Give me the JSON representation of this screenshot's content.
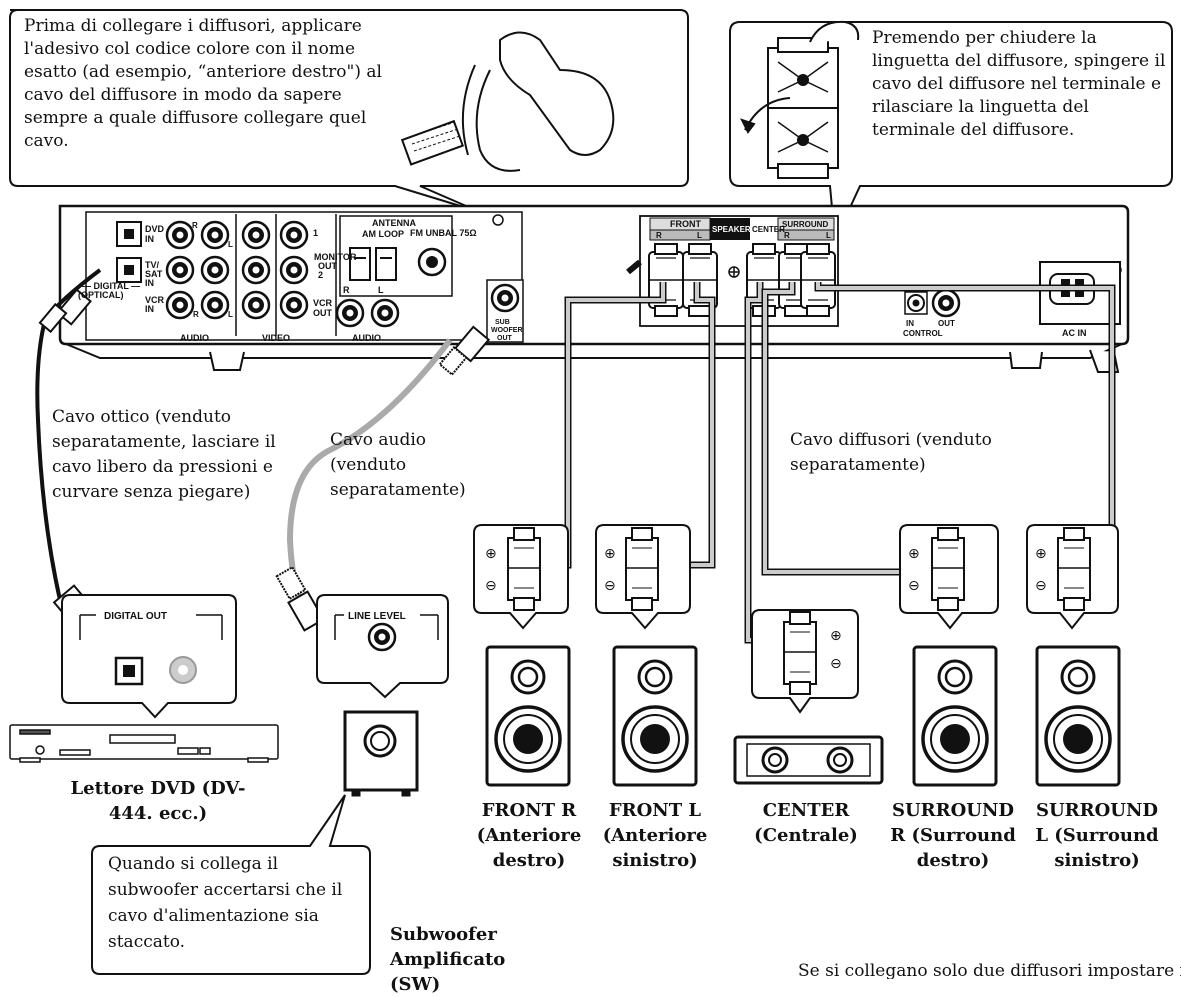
{
  "callouts": {
    "sticker": "Prima di collegare i diffusori, applicare l'adesivo col codice colore con il nome esatto (ad esempio, “anteriore destro\") al cavo del diffusore in modo da sapere sempre a quale diffusore collegare quel cavo.",
    "terminal": "Premendo per chiudere la linguetta del diffusore, spingere il cavo del diffusore nel terminale e rilasciare la linguetta del terminale del diffusore.",
    "subwoofer_note": "Quando si collega il subwoofer accertarsi che il cavo d'alimentazione sia staccato.",
    "bottom_note": "Se si collegano solo due diffusori impostare il"
  },
  "cables": {
    "optical": "Cavo ottico (venduto separatamente, lasciare il cavo libero da pressioni e curvare senza piegare)",
    "audio": "Cavo audio (venduto separatamente)",
    "speaker": "Cavo diffusori (venduto separatamente)"
  },
  "receiver": {
    "dvd_in": "DVD IN",
    "tv_sat_in": "TV/ SAT IN",
    "vcr_in": "VCR IN",
    "digital_optical": "DIGITAL (OPTICAL)",
    "audio": "AUDIO",
    "video": "VIDEO",
    "audio2": "AUDIO",
    "monitor_out": "MONITOR OUT",
    "vcr_out": "VCR OUT",
    "antenna": "ANTENNA",
    "am_loop": "AM LOOP",
    "fm_unbal": "FM UNBAL 75Ω",
    "sub_woofer_out": "SUB WOOFER OUT",
    "front": "FRONT",
    "speakers": "SPEAKERS",
    "center": "CENTER",
    "surround": "SURROUND",
    "r": "R",
    "l": "L",
    "control_in": "IN",
    "control_out": "OUT",
    "control": "CONTROL",
    "ac_in": "AC IN",
    "num1": "1",
    "num2": "2"
  },
  "devices": {
    "digital_out": "DIGITAL OUT",
    "line_level": "LINE LEVEL",
    "dvd_player": "Lettore DVD (DV-444. ecc.)",
    "subwoofer": "Subwoofer Amplificato (SW)"
  },
  "speakers": {
    "front_r": "FRONT R (Anteriore destro)",
    "front_l": "FRONT L (Anteriore sinistro)",
    "center": "CENTER (Centrale)",
    "surround_r": "SURROUND R (Surround destro)",
    "surround_l": "SURROUND L (Surround sinistro)"
  }
}
